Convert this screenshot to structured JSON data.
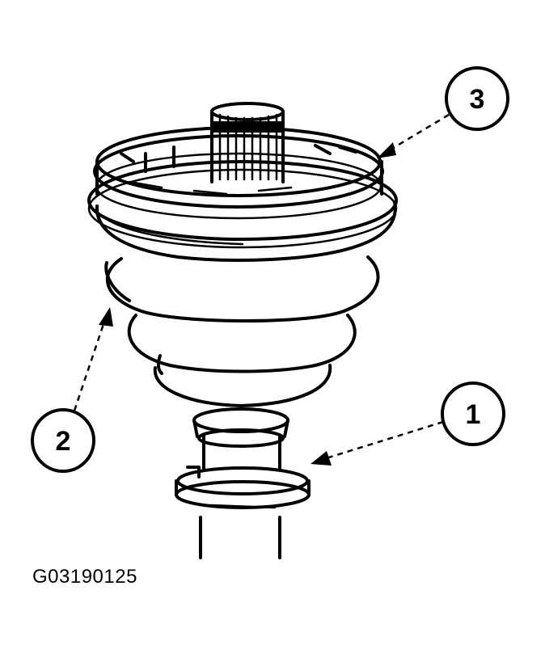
{
  "figure": {
    "id_label": "G03190125",
    "callouts": [
      {
        "number": "1",
        "target": "clamp"
      },
      {
        "number": "2",
        "target": "boot"
      },
      {
        "number": "3",
        "target": "boot-retaining-ring"
      }
    ]
  }
}
